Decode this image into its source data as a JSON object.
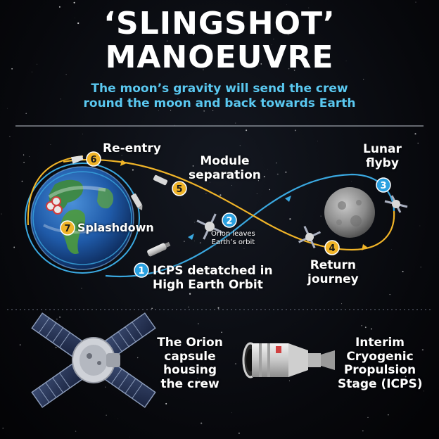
{
  "title": {
    "line1": "‘SLINGSHOT’",
    "line2": "MANOEUVRE"
  },
  "subtitle": {
    "line1": "The moon’s gravity will send the crew",
    "line2": "round the moon and back towards Earth"
  },
  "steps": [
    {
      "num": "1",
      "label_line1": "ICPS detatched in",
      "label_line2": "High Earth Orbit"
    },
    {
      "num": "2",
      "label_line1": "Orion leaves",
      "label_line2": "Earth’s orbit"
    },
    {
      "num": "3",
      "label_line1": "Lunar",
      "label_line2": "flyby"
    },
    {
      "num": "4",
      "label_line1": "Return",
      "label_line2": "journey"
    },
    {
      "num": "5",
      "label_line1": "Module",
      "label_line2": "separation"
    },
    {
      "num": "6",
      "label_line1": "Re-entry"
    },
    {
      "num": "7",
      "label_line1": "Splashdown"
    }
  ],
  "legend": {
    "orion": {
      "line1": "The Orion",
      "line2": "capsule",
      "line3": "housing",
      "line4": "the crew"
    },
    "icps": {
      "line1": "Interim",
      "line2": "Cryogenic",
      "line3": "Propulsion",
      "line4": "Stage (ICPS)"
    }
  },
  "colors": {
    "outbound": "#3aa8e0",
    "return": "#f0b428",
    "badge_blue": "#2aa0e0",
    "badge_yellow": "#f0b428",
    "subtitle": "#5ac8f0"
  },
  "icons": [
    "earth-icon",
    "moon-icon",
    "orion-capsule-icon",
    "icps-stage-icon"
  ]
}
